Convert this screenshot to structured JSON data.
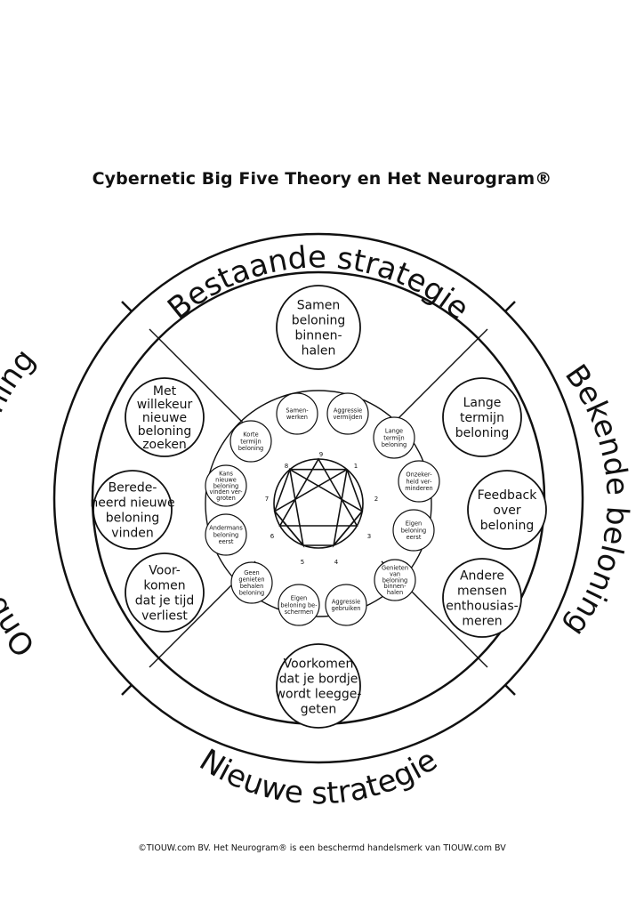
{
  "title": "Cybernetic Big Five Theory en Het Neurogram®",
  "footer": "©TIOUW.com BV. Het Neurogram® is een beschermd handelsmerk van TIOUW.com BV",
  "ring_labels": {
    "top": "Bestaande strategie",
    "right": "Bekende beloning",
    "bottom": "Nieuwe strategie",
    "left": "Onbekende beloning"
  },
  "outer_bubbles": [
    {
      "id": "top",
      "lines": [
        "Samen",
        "beloning",
        "binnen-",
        "halen"
      ]
    },
    {
      "id": "right-1",
      "lines": [
        "Lange",
        "termijn",
        "beloning"
      ]
    },
    {
      "id": "right-2",
      "lines": [
        "Feedback",
        "over",
        "beloning"
      ]
    },
    {
      "id": "right-3",
      "lines": [
        "Andere",
        "mensen",
        "enthousias-",
        "meren"
      ]
    },
    {
      "id": "bottom",
      "lines": [
        "Voorkomen",
        "dat je bordje",
        "wordt leegge-",
        "geten"
      ]
    },
    {
      "id": "left-1",
      "lines": [
        "Met",
        "willekeur",
        "nieuwe",
        "beloning",
        "zoeken"
      ]
    },
    {
      "id": "left-2",
      "lines": [
        "Berede-",
        "neerd nieuwe",
        "beloning",
        "vinden"
      ]
    },
    {
      "id": "left-3",
      "lines": [
        "Voor-",
        "komen",
        "dat je tijd",
        "verliest"
      ]
    }
  ],
  "inner_bubbles": [
    {
      "id": "i1",
      "lines": [
        "Samen-",
        "werken"
      ]
    },
    {
      "id": "i2",
      "lines": [
        "Aggressie",
        "vermijden"
      ]
    },
    {
      "id": "i3",
      "lines": [
        "Lange",
        "termijn",
        "beloning"
      ]
    },
    {
      "id": "i4",
      "lines": [
        "Onzeker-",
        "heid ver-",
        "minderen"
      ]
    },
    {
      "id": "i5",
      "lines": [
        "Eigen",
        "beloning",
        "eerst"
      ]
    },
    {
      "id": "i6",
      "lines": [
        "Genieten",
        "van",
        "beloning",
        "binnen-",
        "halen"
      ]
    },
    {
      "id": "i7",
      "lines": [
        "Aggressie",
        "gebruiken"
      ]
    },
    {
      "id": "i8",
      "lines": [
        "Eigen",
        "beloning be-",
        "schermen"
      ]
    },
    {
      "id": "i9",
      "lines": [
        "Geen",
        "genieten",
        "behalen",
        "beloning"
      ]
    },
    {
      "id": "i10",
      "lines": [
        "Andermans",
        "beloning",
        "eerst"
      ]
    },
    {
      "id": "i11",
      "lines": [
        "Kans",
        "nieuwe",
        "beloning",
        "vinden ver-",
        "groten"
      ]
    },
    {
      "id": "i12",
      "lines": [
        "Korte",
        "termijn",
        "beloning"
      ]
    }
  ],
  "enneagram_numbers": [
    "9",
    "1",
    "2",
    "3",
    "4",
    "5",
    "6",
    "7",
    "8"
  ]
}
